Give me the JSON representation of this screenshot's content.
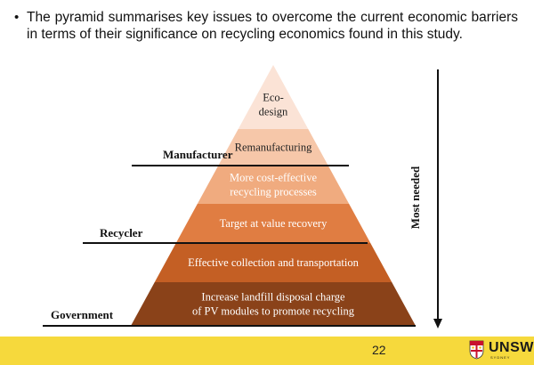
{
  "slide": {
    "bullet": "The pyramid summarises key issues to overcome the current economic barriers in terms of their significance on recycling economics found in this study.",
    "page_number": "22"
  },
  "pyramid": {
    "tiers": [
      {
        "lines": [
          "Eco-",
          "design"
        ],
        "color": "#fbe3d6"
      },
      {
        "lines": [
          "Remanufacturing"
        ],
        "color": "#f6c7a9"
      },
      {
        "lines": [
          "More cost-effective",
          "recycling processes"
        ],
        "color": "#f0ab7f"
      },
      {
        "lines": [
          "Target at value recovery"
        ],
        "color": "#e07d42"
      },
      {
        "lines": [
          "Effective collection and transportation"
        ],
        "color": "#c45f24"
      },
      {
        "lines": [
          "Increase landfill disposal charge",
          "of PV modules to promote recycling"
        ],
        "color": "#8a4219"
      }
    ],
    "stakeholders": [
      "Manufacturer",
      "Recycler",
      "Government"
    ],
    "axis_label": "Most needed"
  },
  "logo": {
    "text": "UNSW",
    "subtext": "SYDNEY"
  }
}
